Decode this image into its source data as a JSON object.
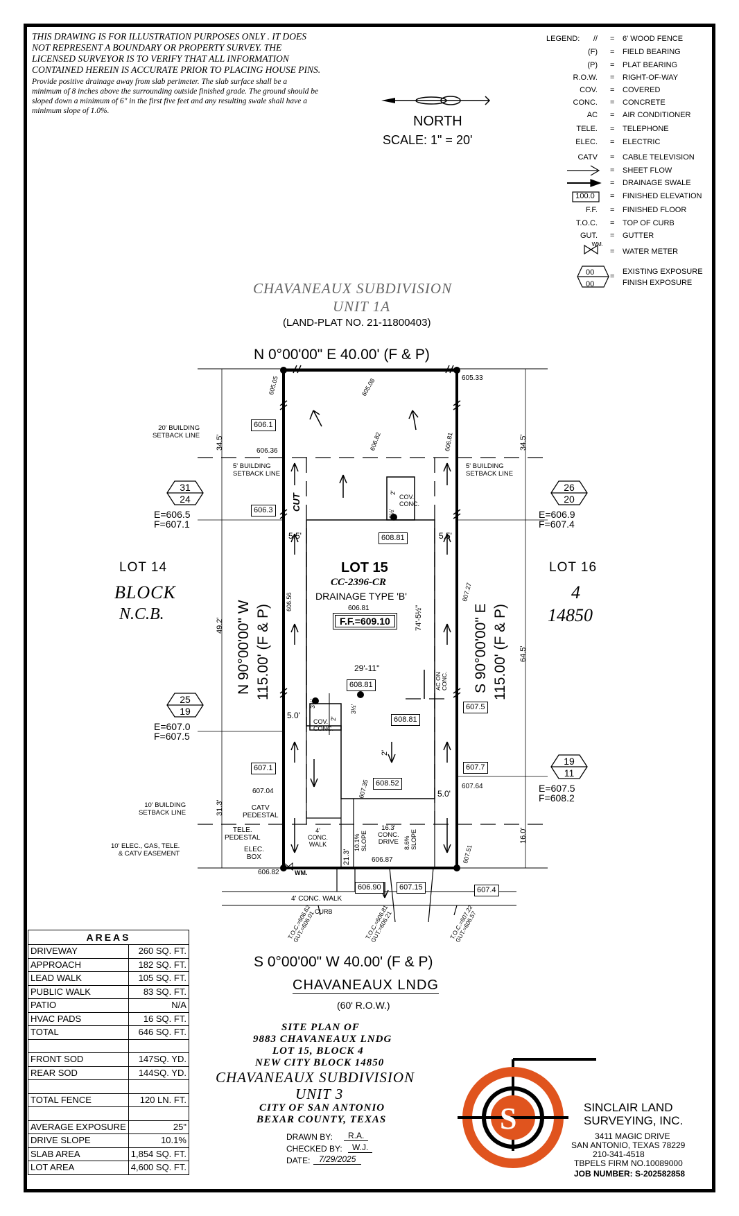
{
  "notes": {
    "disclaimer": [
      "THIS DRAWING IS FOR ILLUSTRATION PURPOSES ONLY . IT DOES",
      "NOT REPRESENT A BOUNDARY OR PROPERTY SURVEY. THE",
      "LICENSED SURVEYOR IS TO VERIFY THAT ALL INFORMATION",
      "CONTAINED HEREIN IS ACCURATE PRIOR TO PLACING HOUSE PINS."
    ],
    "drainage": [
      "Provide positive drainage away from slab perimeter. The slab surface shall be a",
      "minimum of 8 inches above the surrounding outside finished grade. The ground should be",
      "sloped down a minimum of 6\" in the first five feet and any resulting swale shall have a",
      "minimum slope of 1.0%."
    ]
  },
  "north": {
    "label": "NORTH",
    "scale": "SCALE:  1\"  =  20'"
  },
  "legend": {
    "title": "LEGEND:",
    "items": [
      {
        "sym": "//",
        "text": "6' WOOD FENCE"
      },
      {
        "sym": "(F)",
        "text": "FIELD BEARING"
      },
      {
        "sym": "(P)",
        "text": "PLAT BEARING"
      },
      {
        "sym": "R.O.W.",
        "text": "RIGHT-OF-WAY"
      },
      {
        "sym": "COV.",
        "text": "COVERED"
      },
      {
        "sym": "CONC.",
        "text": "CONCRETE"
      },
      {
        "sym": "AC",
        "text": "AIR CONDITIONER"
      },
      {
        "sym": "TELE.",
        "text": "TELEPHONE"
      },
      {
        "sym": "ELEC.",
        "text": "ELECTRIC"
      },
      {
        "sym": "CATV",
        "text": "CABLE TELEVISION"
      },
      {
        "sym": "",
        "text": "SHEET FLOW"
      },
      {
        "sym": "",
        "text": "DRAINAGE SWALE"
      },
      {
        "sym": "100.0",
        "text": "FINISHED ELEVATION"
      },
      {
        "sym": "F.F.",
        "text": "FINISHED FLOOR"
      },
      {
        "sym": "T.O.C.",
        "text": "TOP OF CURB"
      },
      {
        "sym": "GUT.",
        "text": "GUTTER"
      },
      {
        "sym": "WM.",
        "text": "WATER METER"
      }
    ],
    "exposure_top": "00",
    "exposure_bottom": "00",
    "exposure_text1": "EXISTING EXPOSURE",
    "exposure_text2": "FINISH EXPOSURE"
  },
  "subdivision_top": {
    "line1": "CHAVANEAUX SUBDIVISION",
    "line2": "UNIT 1A",
    "plat": "(LAND-PLAT NO. 21-11800403)"
  },
  "bearings": {
    "north": "N 0°00'00\" E 40.00' (F & P)",
    "south": "S 0°00'00\" W 40.00' (F & P)",
    "west_a": "N 90°00'00\" W",
    "west_b": "115.00' (F & P)",
    "east_a": "S 90°00'00\" E",
    "east_b": "115.00' (F & P)"
  },
  "lot": {
    "lot": "LOT 15",
    "cc": "CC-2396-CR",
    "drainage": "DRAINAGE TYPE 'B'",
    "elev": "606.81",
    "ff": "F.F.=609.10",
    "width": "29'-11\"",
    "depth": "74'-5½\""
  },
  "neighbors": {
    "lot14": "LOT 14",
    "block": "BLOCK",
    "ncb": "N.C.B.",
    "lot16": "LOT 16",
    "block_no": "4",
    "ncb_no": "14850"
  },
  "setbacks": {
    "front20": [
      "20' BUILDING",
      "SETBACK LINE"
    ],
    "side5": [
      "5' BUILDING",
      "SETBACK LINE"
    ],
    "rear10": [
      "10' BUILDING",
      "SETBACK LINE"
    ],
    "easement": [
      "10' ELEC., GAS, TELE.",
      "& CATV EASEMENT"
    ]
  },
  "exposures": [
    {
      "top": "31",
      "bot": "24",
      "e": "E=606.5",
      "f": "F=607.1"
    },
    {
      "top": "26",
      "bot": "20",
      "e": "E=606.9",
      "f": "F=607.4"
    },
    {
      "top": "25",
      "bot": "19",
      "e": "E=607.0",
      "f": "F=607.5"
    },
    {
      "top": "19",
      "bot": "11",
      "e": "E=607.5",
      "f": "F=608.2"
    }
  ],
  "elevations": {
    "e605_05": "605.05",
    "e605_08": "605.08",
    "e605_33": "605.33",
    "e606_1": "606.1",
    "e606_82a": "606.82",
    "e606_36": "606.36",
    "e606_81": "606.81",
    "e606_3": "606.3",
    "e608_81a": "608.81",
    "e606_56": "606.56",
    "e607_27": "607.27",
    "e608_81b": "608.81",
    "e608_81c": "608.81",
    "e607_5a": "607.5",
    "e607_1": "607.1",
    "e607_04": "607.04",
    "e607_35": "607.35",
    "e608_52": "608.52",
    "e607_7": "607.7",
    "e607_64": "607.64",
    "e606_87": "606.87",
    "e606_82b": "606.82",
    "e607_51": "607.51",
    "e606_90": "606.90",
    "e607_15": "607.15",
    "e607_4": "607.4"
  },
  "dims": {
    "d34_5a": "34.5'",
    "d34_5b": "34.5'",
    "d49_2": "49.2'",
    "d64_5": "64.5'",
    "d31_3": "31.3'",
    "d16_0": "16.0'",
    "d21_3": "21.3'",
    "d5_5a": "5.5'",
    "d5_5b": "5.5'",
    "d5_0a": "5.0'",
    "d5_0b": "5.0'",
    "d2a": "2'",
    "d2b": "2'",
    "d2c": "2'",
    "d3_5a": "3½'",
    "d3_5b": "3½'",
    "d3_5c": "3½'"
  },
  "features": {
    "cut": "CUT",
    "cov_conc": [
      "COV.",
      "CONC."
    ],
    "ac_on_conc": [
      "AC ON",
      "CONC."
    ],
    "catv": [
      "CATV",
      "PEDESTAL"
    ],
    "tele": [
      "TELE.",
      "PEDESTAL"
    ],
    "elec": [
      "ELEC.",
      "BOX"
    ],
    "wm": "WM.",
    "walk4": [
      "4'",
      "CONC.",
      "WALK"
    ],
    "slope1": [
      "10.1%",
      "SLOPE"
    ],
    "drive": [
      "16.3'",
      "CONC.",
      "DRIVE"
    ],
    "slope2": [
      "8.6%",
      "SLOPE"
    ],
    "conc_walk": "4' CONC. WALK",
    "curb": "CURB",
    "toc1": [
      "T.O.C.=",
      "606.62",
      "GUT.=",
      "606.01"
    ],
    "toc2": [
      "T.O.C.=",
      "606.81",
      "GUT.=",
      "606.21"
    ],
    "toc3": [
      "T.O.C.=",
      "607.22",
      "GUT.=",
      "606.57"
    ]
  },
  "street": {
    "name": "CHAVANEAUX LNDG",
    "row": "(60' R.O.W.)"
  },
  "areas": {
    "title": "AREAS",
    "rows": [
      [
        "DRIVEWAY",
        "260 SQ. FT."
      ],
      [
        "APPROACH",
        "182 SQ. FT."
      ],
      [
        "LEAD WALK",
        "105 SQ. FT."
      ],
      [
        "PUBLIC WALK",
        "83 SQ. FT."
      ],
      [
        "PATIO",
        "N/A"
      ],
      [
        "HVAC PADS",
        "16 SQ. FT."
      ],
      [
        "TOTAL",
        "646 SQ. FT."
      ],
      [
        "",
        ""
      ],
      [
        "FRONT SOD",
        "147SQ. YD."
      ],
      [
        "REAR SOD",
        "144SQ. YD."
      ],
      [
        "",
        ""
      ],
      [
        "TOTAL FENCE",
        "120 LN. FT."
      ],
      [
        "",
        ""
      ],
      [
        "AVERAGE EXPOSURE",
        "25\""
      ],
      [
        "DRIVE SLOPE",
        "10.1%"
      ],
      [
        "SLAB AREA",
        "1,854 SQ. FT."
      ],
      [
        "LOT AREA",
        "4,600 SQ. FT."
      ]
    ]
  },
  "title_block": {
    "l1": "SITE PLAN OF",
    "l2": "9883 CHAVANEAUX LNDG",
    "l3": "LOT 15, BLOCK 4",
    "l4": "NEW CITY BLOCK 14850",
    "l5": "CHAVANEAUX SUBDIVISION",
    "l6": "UNIT 3",
    "l7": "CITY OF SAN ANTONIO",
    "l8": "BEXAR COUNTY, TEXAS",
    "drawn_label": "DRAWN BY:",
    "drawn": "R.A.",
    "checked_label": "CHECKED BY:",
    "checked": "W.J.",
    "date_label": "DATE:",
    "date": "7/29/2025"
  },
  "company": {
    "name1": "SINCLAIR LAND",
    "name2": "SURVEYING, INC.",
    "addr1": "3411 MAGIC DRIVE",
    "addr2": "SAN ANTONIO, TEXAS 78229",
    "phone": "210-341-4518",
    "firm": "TBPELS FIRM NO.10089000",
    "job": "JOB NUMBER: S-202582858",
    "logo_letter": "S",
    "logo_color": "#e0541e"
  }
}
